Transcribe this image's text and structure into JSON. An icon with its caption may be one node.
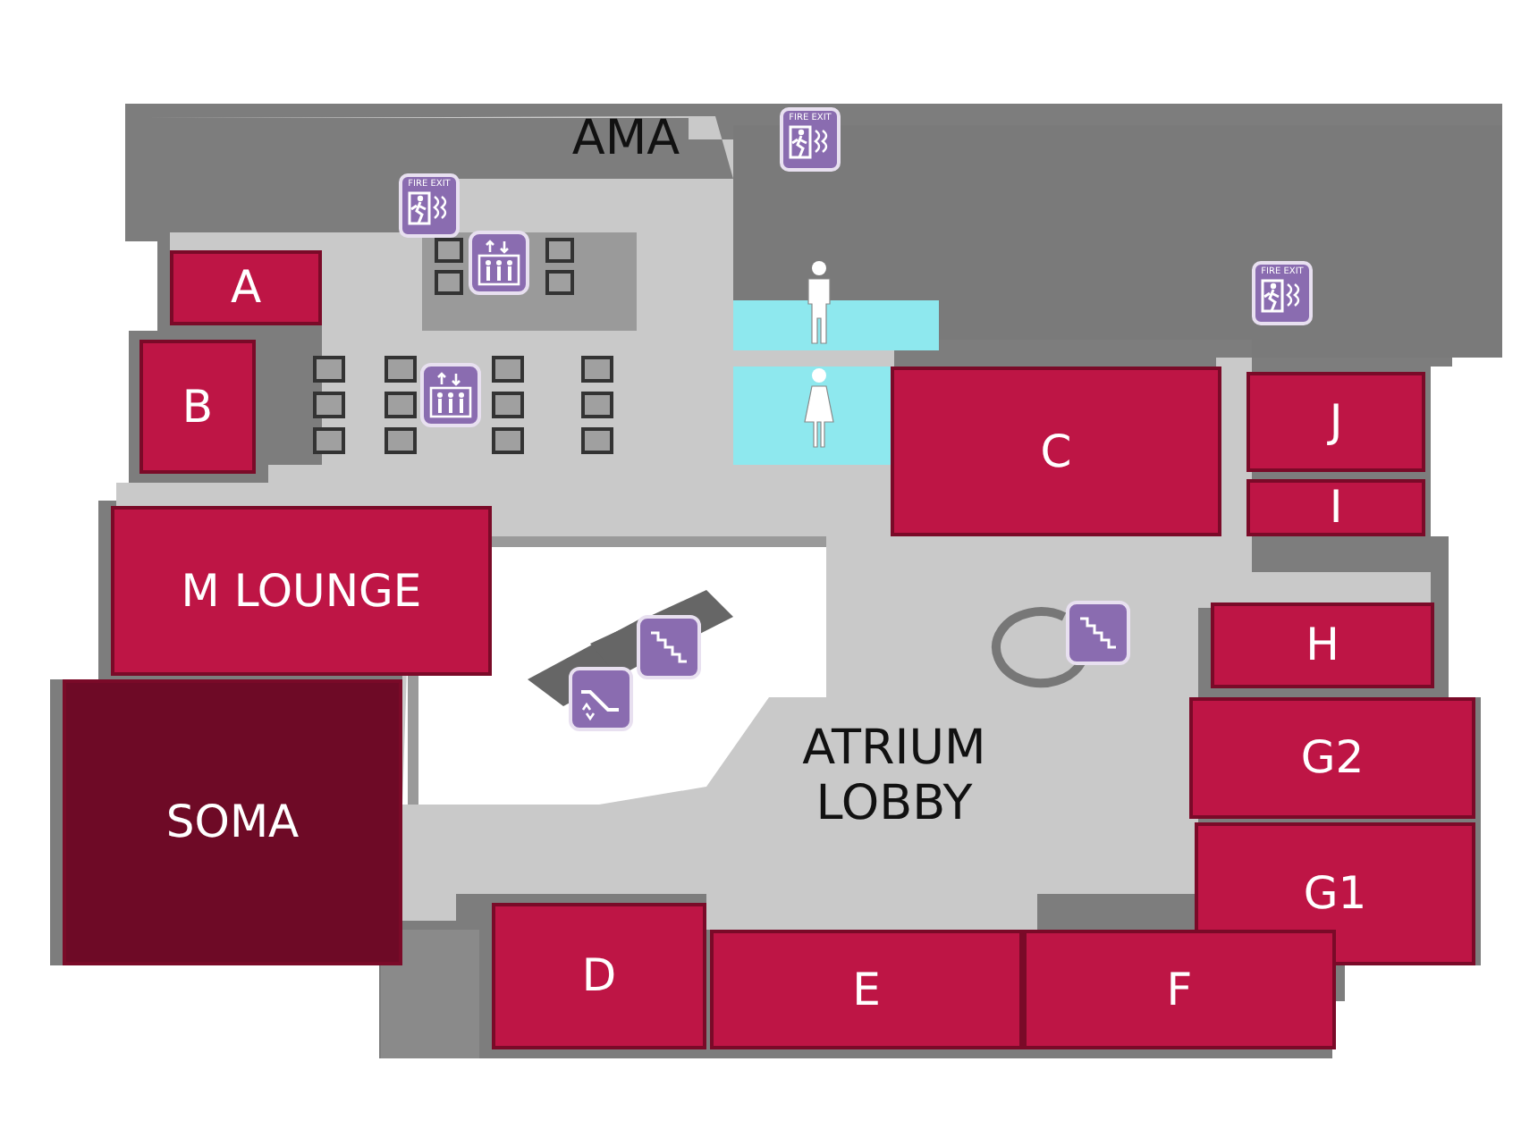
{
  "diagram": {
    "nodes": [
      {
        "text": [
          "A"
        ]
      },
      {
        "text": [
          "B"
        ]
      },
      {
        "text": [
          "C"
        ]
      },
      {
        "text": [
          "J"
        ]
      },
      {
        "text": [
          "I"
        ]
      },
      {
        "text": [
          "M LOUNGE"
        ]
      },
      {
        "text": [
          "H"
        ]
      },
      {
        "text": [
          "G2"
        ]
      },
      {
        "text": [
          "SOMA"
        ]
      },
      {
        "text": [
          "G1"
        ]
      },
      {
        "text": [
          "D"
        ]
      },
      {
        "text": [
          "E"
        ]
      },
      {
        "text": [
          "F"
        ]
      }
    ],
    "labels": [
      "AMA",
      "FIRE EXIT",
      "FIRE EXIT",
      "FIRE EXIT",
      "ATRIUM LOBBY"
    ]
  }
}
